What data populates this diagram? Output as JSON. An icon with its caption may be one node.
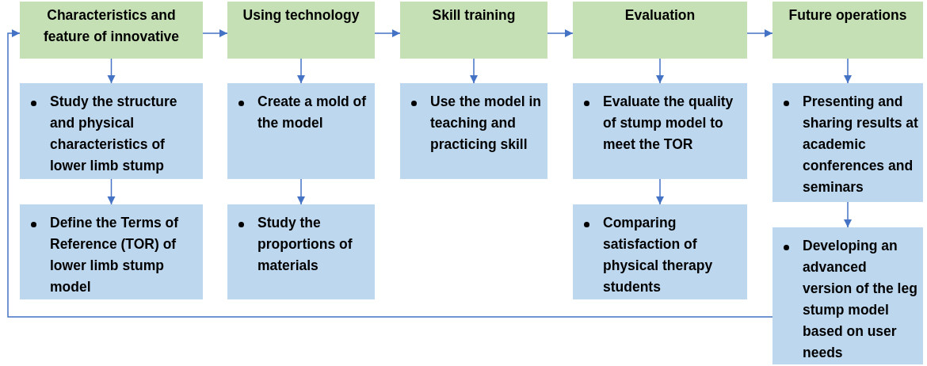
{
  "diagram": {
    "nodes": [
      {
        "text": [
          "Characteristics and feature of innovative"
        ]
      },
      {
        "text": [
          "Using technology"
        ]
      },
      {
        "text": [
          "Skill training"
        ]
      },
      {
        "text": [
          "Evaluation"
        ]
      },
      {
        "text": [
          "Future operations"
        ]
      },
      {
        "text": [
          "Study the structure and physical characteristics of lower limb stump"
        ]
      },
      {
        "text": [
          "Define the Terms of Reference (TOR) of lower limb stump model"
        ]
      },
      {
        "text": [
          "Create a mold of the model"
        ]
      },
      {
        "text": [
          "Study the proportions of materials"
        ]
      },
      {
        "text": [
          "Use the model in teaching and practicing skill"
        ]
      },
      {
        "text": [
          "Evaluate the quality of stump model to meet the TOR"
        ]
      },
      {
        "text": [
          "Comparing satisfaction of physical therapy students"
        ]
      },
      {
        "text": [
          "Presenting and sharing results at academic conferences and seminars"
        ]
      },
      {
        "text": [
          "Developing an advanced version of the leg stump model based on user needs"
        ]
      }
    ],
    "edges": [
      {
        "from": 0,
        "to": 1,
        "arrow": "to"
      },
      {
        "from": 1,
        "to": 2,
        "arrow": "to"
      },
      {
        "from": 2,
        "to": 3,
        "arrow": "to"
      },
      {
        "from": 3,
        "to": 4,
        "arrow": "to"
      },
      {
        "from": 0,
        "to": 5,
        "arrow": "to"
      },
      {
        "from": 5,
        "to": 6,
        "arrow": "to"
      },
      {
        "from": 1,
        "to": 7,
        "arrow": "to"
      },
      {
        "from": 7,
        "to": 8,
        "arrow": "to"
      },
      {
        "from": 2,
        "to": 9,
        "arrow": "to"
      },
      {
        "from": 3,
        "to": 10,
        "arrow": "to"
      },
      {
        "from": 10,
        "to": 11,
        "arrow": "to"
      },
      {
        "from": 4,
        "to": 12,
        "arrow": "to"
      },
      {
        "from": 12,
        "to": 13,
        "arrow": "to"
      },
      {
        "from": 13,
        "to": 0,
        "arrow": "to"
      }
    ]
  }
}
